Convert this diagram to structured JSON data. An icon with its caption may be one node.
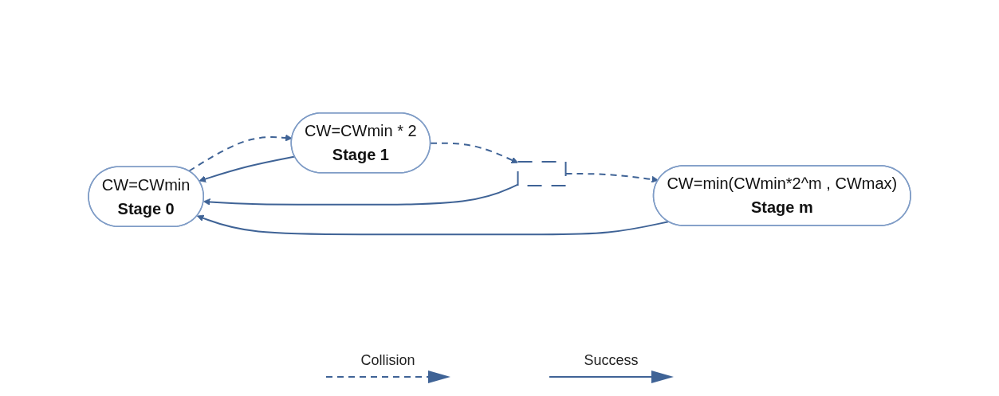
{
  "diagram": {
    "nodes": [
      {
        "text": [
          "CW=CWmin",
          "Stage 0"
        ]
      },
      {
        "text": [
          "CW=CWmin * 2",
          "Stage 1"
        ]
      },
      {
        "text": [],
        "shape": "line"
      },
      {
        "text": [
          "CW=min(CWmin*2^m , CWmax)",
          "Stage m"
        ]
      }
    ],
    "edges": [
      {
        "from": 0,
        "to": 1,
        "arrow": "to",
        "style": "dashed"
      },
      {
        "from": 1,
        "to": 0,
        "arrow": "to"
      },
      {
        "from": 1,
        "to": 2,
        "arrow": "to",
        "style": "dashed"
      },
      {
        "from": 2,
        "to": 3,
        "arrow": "to",
        "style": "dashed"
      },
      {
        "from": 2,
        "to": 0,
        "arrow": "to"
      },
      {
        "from": 3,
        "to": 0,
        "arrow": "to"
      }
    ],
    "legend": [
      {
        "text": "Collision"
      },
      {
        "text": "Success"
      }
    ]
  }
}
